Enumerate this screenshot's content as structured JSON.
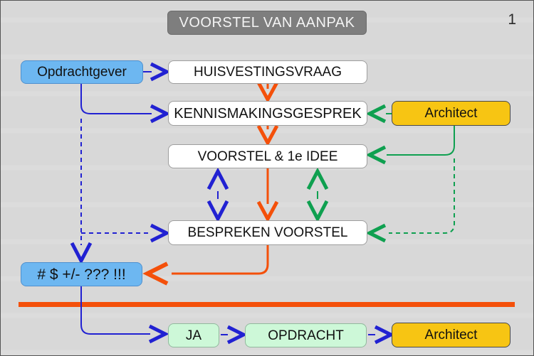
{
  "slide": {
    "title": "VOORSTEL VAN AANPAK",
    "page_number": "1"
  },
  "nodes": {
    "opdrachtgever": "Opdrachtgever",
    "huisvestingsvraag": "HUISVESTINGSVRAAG",
    "kennismakingsgesprek": "KENNISMAKINGSGESPREK",
    "architect_top": "Architect",
    "voorstel_idee": "VOORSTEL & 1e IDEE",
    "bespreken_voorstel": "BESPREKEN VOORSTEL",
    "kosten": "# $ +/- ??? !!!",
    "ja": "JA",
    "opdracht": "OPDRACHT",
    "architect_bottom": "Architect"
  },
  "colors": {
    "background": "#d8d8d8",
    "title_gray": "#7e7e7e",
    "client_blue_box": "#6db7f1",
    "architect_yellow_box": "#f7c513",
    "result_mint_box": "#cdf8d8",
    "arrow_blue": "#2121d2",
    "arrow_green": "#0fa050",
    "arrow_orange": "#f4500a"
  }
}
